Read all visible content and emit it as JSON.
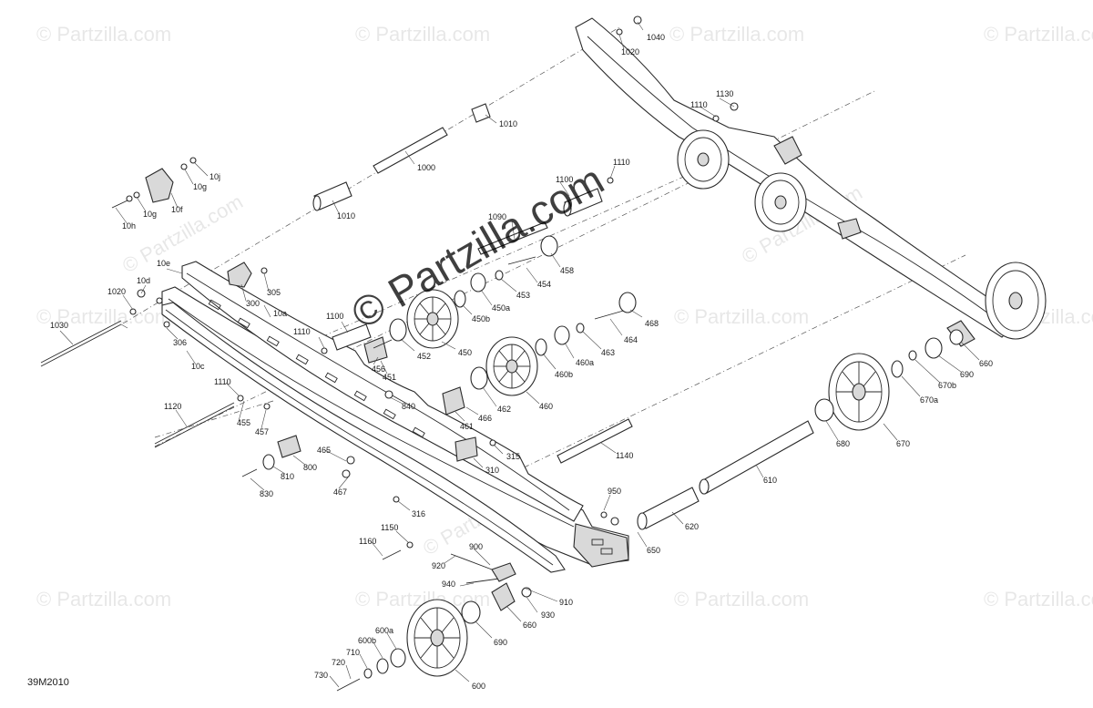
{
  "watermark": {
    "text": "© Partzilla.com",
    "center_text": "© Partzilla.com"
  },
  "diagram_code": "39M2010",
  "callouts": [
    "1040",
    "1020",
    "1130",
    "1110",
    "1010",
    "1000",
    "10j",
    "10g",
    "10f",
    "10h",
    "10g",
    "1010",
    "1100",
    "1110",
    "1090",
    "458",
    "454",
    "453",
    "10e",
    "305",
    "300",
    "10d",
    "1020",
    "450a",
    "450b",
    "468",
    "1030",
    "10a",
    "1100",
    "1110",
    "306",
    "456",
    "452",
    "450",
    "464",
    "463",
    "460a",
    "460b",
    "10c",
    "451",
    "840",
    "462",
    "466",
    "460",
    "1110",
    "1120",
    "455",
    "457",
    "461",
    "315",
    "310",
    "465",
    "800",
    "810",
    "467",
    "830",
    "316",
    "1140",
    "680",
    "670",
    "670a",
    "670b",
    "690",
    "660",
    "610",
    "950",
    "620",
    "650",
    "1150",
    "1160",
    "900",
    "920",
    "940",
    "910",
    "930",
    "660",
    "690",
    "600a",
    "600b",
    "710",
    "720",
    "730",
    "600"
  ]
}
